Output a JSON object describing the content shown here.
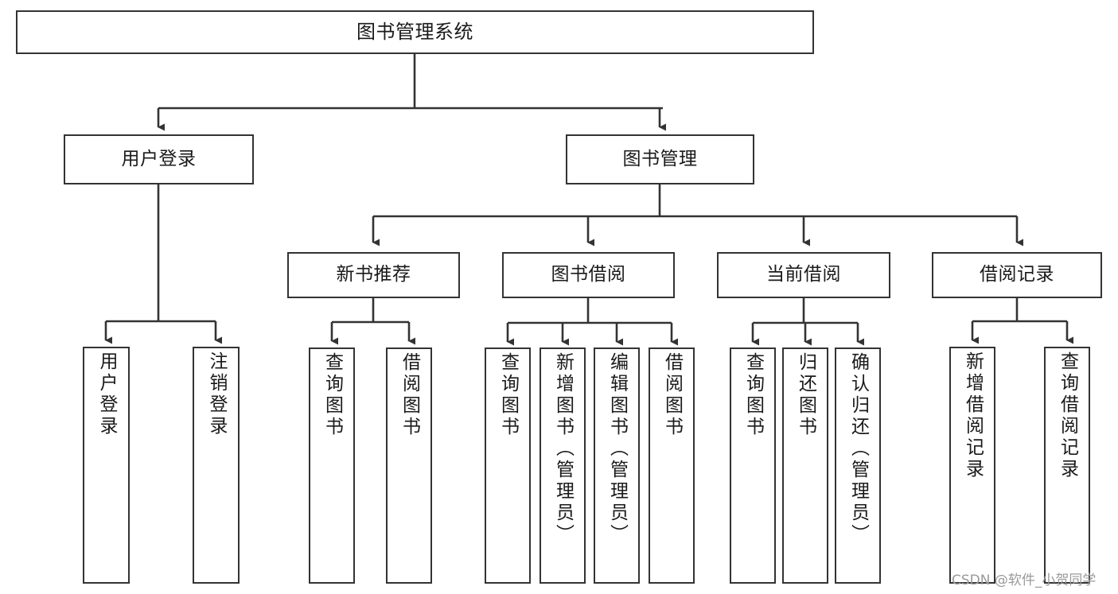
{
  "diagram": {
    "title": "图书管理系统",
    "type": "tree-hierarchy-chart",
    "orientation": "top-down",
    "line_color": "#333333",
    "box_fill": "#ffffff",
    "box_stroke": "#333333",
    "text_color": "#1a1a1a"
  },
  "nodes": {
    "root": {
      "label": "图书管理系统"
    },
    "level2": [
      {
        "label": "用户登录"
      },
      {
        "label": "图书管理"
      }
    ],
    "level3": [
      {
        "label": "新书推荐"
      },
      {
        "label": "图书借阅"
      },
      {
        "label": "当前借阅"
      },
      {
        "label": "借阅记录"
      }
    ],
    "leaves": {
      "user_login": [
        {
          "label": "用户登录"
        },
        {
          "label": "注销登录"
        }
      ],
      "new_book_recommend": [
        {
          "label": "查询图书"
        },
        {
          "label": "借阅图书"
        }
      ],
      "book_borrow": [
        {
          "label": "查询图书"
        },
        {
          "label": "新增图书（管理员）"
        },
        {
          "label": "编辑图书（管理员）"
        },
        {
          "label": "借阅图书"
        }
      ],
      "current_borrow": [
        {
          "label": "查询图书"
        },
        {
          "label": "归还图书"
        },
        {
          "label": "确认归还（管理员）"
        }
      ],
      "borrow_record": [
        {
          "label": "新增借阅记录"
        },
        {
          "label": "查询借阅记录"
        }
      ]
    }
  },
  "watermark": {
    "text": "CSDN @软件_小贺同学"
  }
}
